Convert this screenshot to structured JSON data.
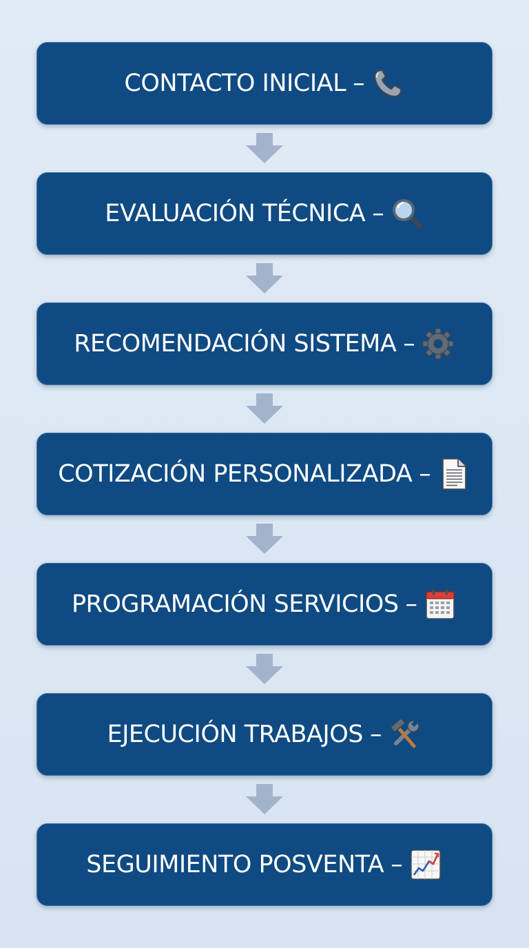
{
  "flow": {
    "steps": [
      {
        "label": "CONTACTO INICIAL",
        "separator": "–",
        "icon": "telephone-icon"
      },
      {
        "label": "EVALUACIÓN TÉCNICA",
        "separator": "–",
        "icon": "magnifier-icon"
      },
      {
        "label": "RECOMENDACIÓN SISTEMA",
        "separator": "–",
        "icon": "gear-icon"
      },
      {
        "label": "COTIZACIÓN PERSONALIZADA",
        "separator": "–",
        "icon": "document-icon"
      },
      {
        "label": "PROGRAMACIÓN SERVICIOS",
        "separator": "–",
        "icon": "calendar-icon"
      },
      {
        "label": "EJECUCIÓN TRABAJOS",
        "separator": "–",
        "icon": "tools-icon"
      },
      {
        "label": "SEGUIMIENTO POSVENTA",
        "separator": "–",
        "icon": "chart-increasing-icon"
      }
    ]
  },
  "colors": {
    "background": "#dde8f4",
    "box_fill": "#0f4a82",
    "box_border": "#3f74a8",
    "text": "#ffffff",
    "arrow": "#a3b3cc"
  }
}
